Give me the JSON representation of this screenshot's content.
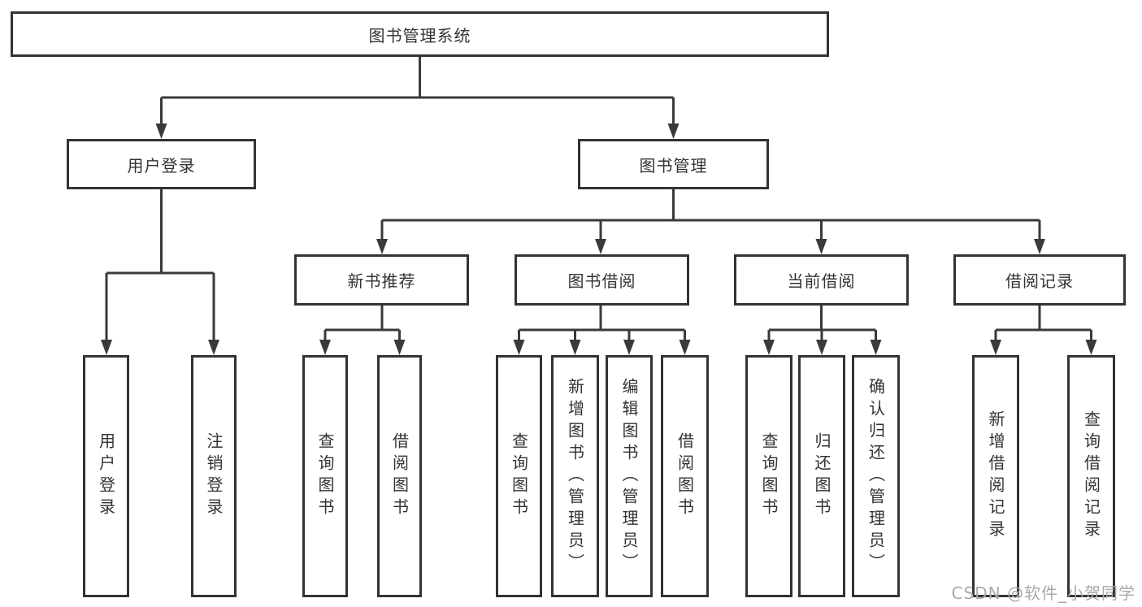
{
  "nodes": {
    "root": "图书管理系统",
    "user_login": "用户登录",
    "book_management": "图书管理",
    "new_book_recommendation": "新书推荐",
    "book_borrowing": "图书借阅",
    "current_borrowing": "当前借阅",
    "borrowing_records": "借阅记录",
    "user_login_leaf": "用户登录",
    "logout_leaf": "注销登录",
    "nbr_query_books": "查询图书",
    "nbr_borrow_books": "借阅图书",
    "bb_query_books": "查询图书",
    "bb_add_books": "新增图书（管理员）",
    "bb_edit_books": "编辑图书（管理员）",
    "bb_borrow_books": "借阅图书",
    "cb_query_books": "查询图书",
    "cb_return_books": "归还图书",
    "cb_confirm_return": "确认归还（管理员）",
    "br_add_record": "新增借阅记录",
    "br_query_record": "查询借阅记录"
  },
  "watermark": "CSDN @软件_小贺同学",
  "colors": {
    "background": "#ffffff",
    "line": "#3a3a3a",
    "box_border": "#333333",
    "text": "#333333",
    "watermark": "#a9a9a9"
  }
}
